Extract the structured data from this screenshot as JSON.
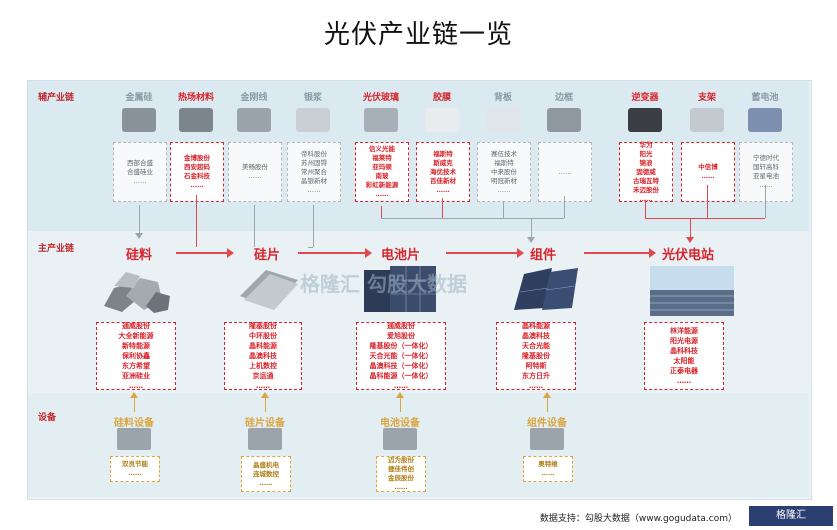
{
  "title": "光伏产业链一览",
  "sections": {
    "aux": "辅产业链",
    "main": "主产业链",
    "equip": "设备"
  },
  "aux_chain": [
    {
      "name": "金属硅",
      "highlight": false,
      "companies": [
        "西部合盛",
        "合盛硅业",
        "……"
      ]
    },
    {
      "name": "热场材料",
      "highlight": true,
      "companies": [
        "金博股份",
        "西安超码",
        "石金科技",
        "……"
      ]
    },
    {
      "name": "金刚线",
      "highlight": false,
      "companies": [
        "美畅股份",
        "……"
      ]
    },
    {
      "name": "银浆",
      "highlight": false,
      "companies": [
        "帝科股份",
        "苏州固锝",
        "常州聚合",
        "晶银新材",
        "……"
      ]
    },
    {
      "name": "光伏玻璃",
      "highlight": true,
      "companies": [
        "信义光能",
        "福莱特",
        "亚玛顿",
        "南玻",
        "彩虹新能源",
        "……"
      ]
    },
    {
      "name": "胶膜",
      "highlight": true,
      "companies": [
        "福斯特",
        "斯威克",
        "海优技术",
        "百佳新材",
        "……"
      ]
    },
    {
      "name": "背板",
      "highlight": false,
      "companies": [
        "赛伍技术",
        "福斯特",
        "中来股份",
        "明冠新材",
        "……"
      ]
    },
    {
      "name": "边框",
      "highlight": false,
      "companies": [
        "……"
      ]
    },
    {
      "name": "逆变器",
      "highlight": true,
      "companies": [
        "华为",
        "阳光",
        "锦浪",
        "固德威",
        "古瑞瓦特",
        "禾迈股份",
        "……"
      ]
    },
    {
      "name": "支架",
      "highlight": true,
      "companies": [
        "中信博",
        "……"
      ]
    },
    {
      "name": "蓄电池",
      "highlight": false,
      "companies": [
        "宁德时代",
        "国轩高科",
        "亚星电池",
        "……"
      ]
    }
  ],
  "main_chain": [
    {
      "name": "硅料",
      "companies": [
        "通威股份",
        "大全新能源",
        "新特能源",
        "保利协鑫",
        "东方希望",
        "亚洲硅业",
        "……"
      ]
    },
    {
      "name": "硅片",
      "companies": [
        "隆基股份",
        "中环股份",
        "晶科能源",
        "晶澳科技",
        "上机数控",
        "京运通",
        "……"
      ]
    },
    {
      "name": "电池片",
      "companies": [
        "通威股份",
        "爱旭股份",
        "隆基股份（一体化）",
        "天合光能（一体化）",
        "晶澳科技（一体化）",
        "晶科能源（一体化）",
        "……"
      ]
    },
    {
      "name": "组件",
      "companies": [
        "晶科能源",
        "晶澳科技",
        "天合光能",
        "隆基股份",
        "阿特斯",
        "东方日升",
        "……"
      ]
    },
    {
      "name": "光伏电站",
      "companies": [
        "林洋能源",
        "阳光电源",
        "晶科科技",
        "太阳能",
        "正泰电器",
        "……"
      ]
    }
  ],
  "equipment": [
    {
      "name": "硅料设备",
      "companies": [
        "双良节能",
        "……"
      ]
    },
    {
      "name": "硅片设备",
      "companies": [
        "晶盛机电",
        "连城数控",
        "……"
      ]
    },
    {
      "name": "电池设备",
      "companies": [
        "迈为股份",
        "捷佳伟创",
        "金辰股份",
        "……"
      ]
    },
    {
      "name": "组件设备",
      "companies": [
        "奥特维",
        "……"
      ]
    }
  ],
  "watermark": "格隆汇 勾股大数据",
  "footer": "数据支持：勾股大数据（www.gogudata.com）",
  "logo_text": "格隆汇"
}
